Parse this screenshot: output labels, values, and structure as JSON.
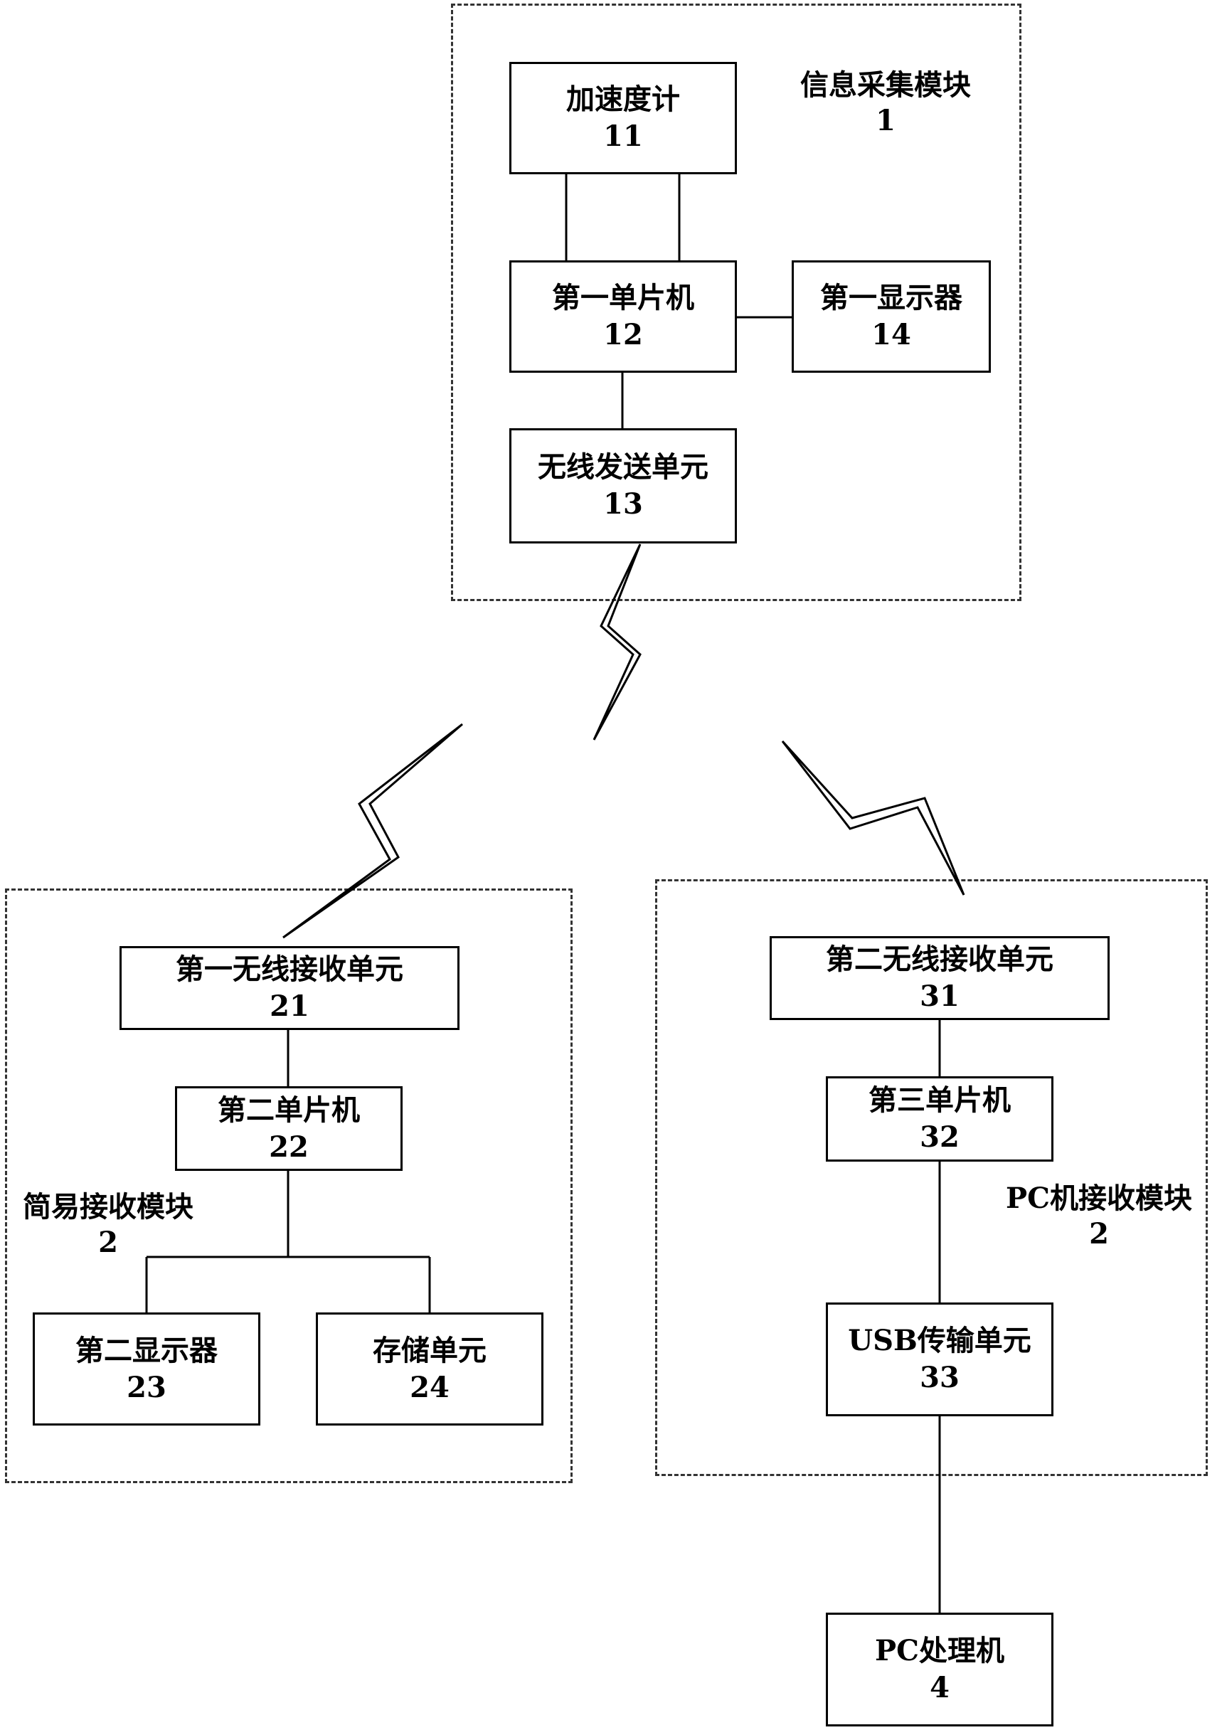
{
  "modules": {
    "info_collection": {
      "name": "信息采集模块",
      "id": "1"
    },
    "simple_receive": {
      "name": "简易接收模块",
      "id": "2"
    },
    "pc_receive": {
      "name": "PC机接收模块",
      "id": "2"
    }
  },
  "units": {
    "accelerometer": {
      "name": "加速度计",
      "id": "11"
    },
    "mcu1": {
      "name": "第一单片机",
      "id": "12"
    },
    "wireless_tx": {
      "name": "无线发送单元",
      "id": "13"
    },
    "display1": {
      "name": "第一显示器",
      "id": "14"
    },
    "wireless_rx1": {
      "name": "第一无线接收单元",
      "id": "21"
    },
    "mcu2": {
      "name": "第二单片机",
      "id": "22"
    },
    "display2": {
      "name": "第二显示器",
      "id": "23"
    },
    "storage": {
      "name": "存储单元",
      "id": "24"
    },
    "wireless_rx2": {
      "name": "第二无线接收单元",
      "id": "31"
    },
    "mcu3": {
      "name": "第三单片机",
      "id": "32"
    },
    "usb": {
      "name": "USB传输单元",
      "id": "33"
    },
    "pc": {
      "name": "PC处理机",
      "id": "4"
    }
  }
}
